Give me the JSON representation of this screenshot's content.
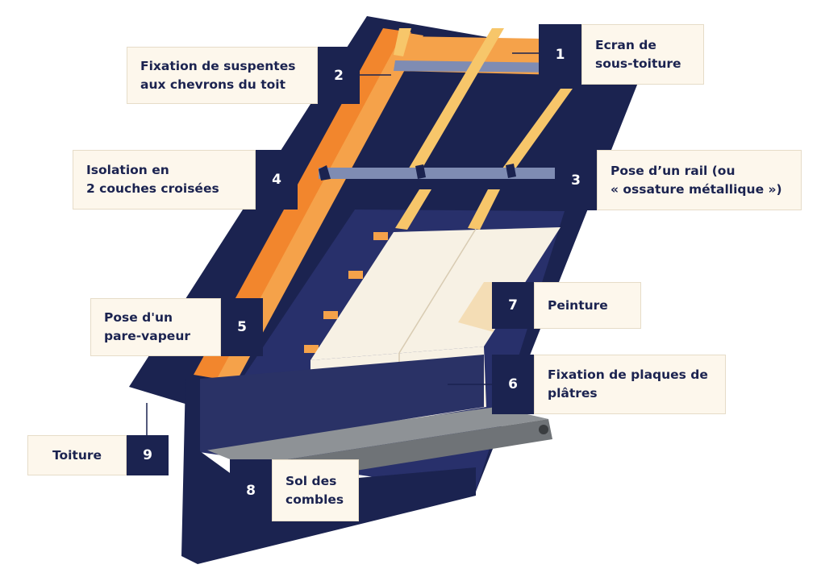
{
  "colors": {
    "navy": "#1b2350",
    "navy_mid": "#28306b",
    "orange": "#f2862d",
    "orange_light": "#f5a24a",
    "rafter": "#f7c66a",
    "rail": "#7f8cb3",
    "plaster": "#f7f1e4",
    "floor": "#8e9296",
    "label_bg": "#fdf7ec"
  },
  "callouts": [
    {
      "number": "1",
      "lines": [
        "Ecran de",
        "sous-toiture"
      ]
    },
    {
      "number": "2",
      "lines": [
        "Fixation de suspentes",
        "aux chevrons du toit"
      ]
    },
    {
      "number": "3",
      "lines": [
        "Pose d’un rail (ou",
        "« ossature métallique »)"
      ]
    },
    {
      "number": "4",
      "lines": [
        "Isolation en",
        "2 couches croisées"
      ]
    },
    {
      "number": "5",
      "lines": [
        "Pose d'un",
        "pare-vapeur"
      ]
    },
    {
      "number": "6",
      "lines": [
        "Fixation de plaques de",
        "plâtres"
      ]
    },
    {
      "number": "7",
      "lines": [
        "Peinture"
      ]
    },
    {
      "number": "8",
      "lines": [
        "Sol des",
        "combles"
      ]
    },
    {
      "number": "9",
      "lines": [
        "Toiture"
      ]
    }
  ]
}
